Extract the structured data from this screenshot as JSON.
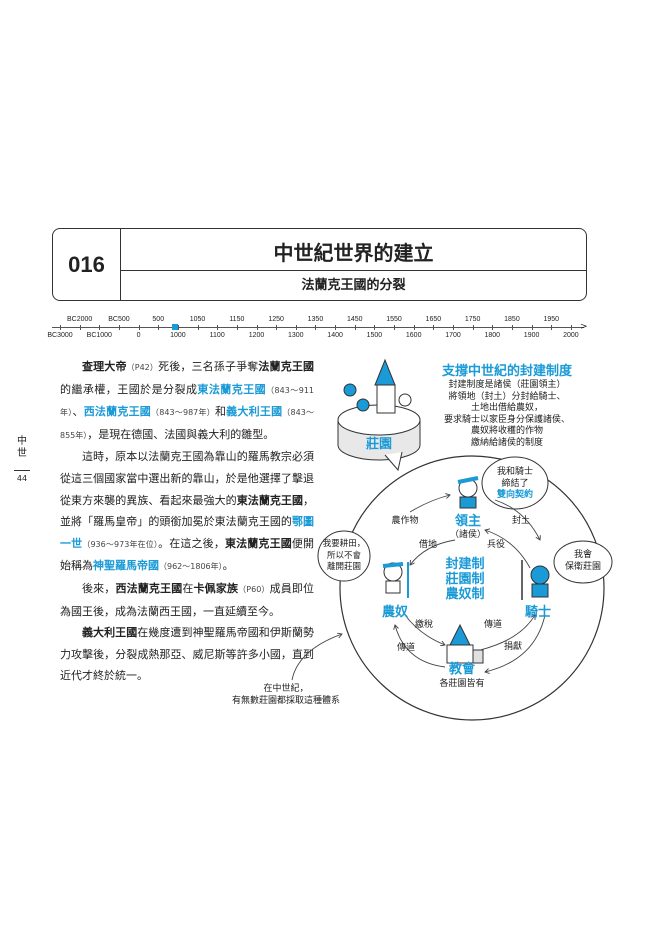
{
  "header": {
    "number": "016",
    "title": "中世紀世界的建立",
    "subtitle": "法蘭克王國的分裂"
  },
  "timeline": {
    "labels": [
      "BC3000",
      "BC2000",
      "BC1000",
      "BC500",
      "0",
      "500",
      "1000",
      "1050",
      "1100",
      "1150",
      "1200",
      "1250",
      "1300",
      "1350",
      "1400",
      "1450",
      "1500",
      "1550",
      "1600",
      "1650",
      "1700",
      "1750",
      "1800",
      "1850",
      "1900",
      "1950",
      "2000"
    ]
  },
  "side": {
    "chapter": "中世",
    "page": "44"
  },
  "body": {
    "paragraphs": [
      [
        [
          "b",
          "查理大帝"
        ],
        [
          "s",
          "（P42）"
        ],
        [
          "n",
          "死後，三名孫子爭奪"
        ],
        [
          "b",
          "法蘭克王國"
        ],
        [
          "n",
          "的繼承權，王國於是分裂成"
        ],
        [
          "c",
          "東法蘭克王國"
        ],
        [
          "s",
          "（843～911年）"
        ],
        [
          "n",
          "、"
        ],
        [
          "c",
          "西法蘭克王國"
        ],
        [
          "s",
          "（843～987年）"
        ],
        [
          "n",
          "和"
        ],
        [
          "c",
          "義大利王國"
        ],
        [
          "s",
          "（843～855年）"
        ],
        [
          "n",
          "，是現在德國、法國與義大利的雛型。"
        ]
      ],
      [
        [
          "n",
          "這時，原本以法蘭克王國為靠山的羅馬教宗必須從這三個國家當中選出新的靠山，於是他選擇了擊退從東方來襲的異族、看起來最強大的"
        ],
        [
          "b",
          "東法蘭克王國"
        ],
        [
          "n",
          "，並將「羅馬皇帝」的頭銜加冕於東法蘭克王國的"
        ],
        [
          "c",
          "鄂圖一世"
        ],
        [
          "s",
          "（936～973年在位）"
        ],
        [
          "n",
          "。在這之後，"
        ],
        [
          "b",
          "東法蘭克王國"
        ],
        [
          "n",
          "便開始稱為"
        ],
        [
          "c",
          "神聖羅馬帝國"
        ],
        [
          "s",
          "（962～1806年）"
        ],
        [
          "n",
          "。"
        ]
      ],
      [
        [
          "n",
          "後來，"
        ],
        [
          "b",
          "西法蘭克王國"
        ],
        [
          "n",
          "在"
        ],
        [
          "b",
          "卡佩家族"
        ],
        [
          "s",
          "（P60）"
        ],
        [
          "n",
          "成員即位為國王後，成為法蘭西王國，一直延續至今。"
        ]
      ],
      [
        [
          "b",
          "義大利王國"
        ],
        [
          "n",
          "在幾度遭到神聖羅馬帝國和伊斯蘭勢力攻擊後，分裂成熱那亞、威尼斯等許多小國，直到近代才終於統一。"
        ]
      ]
    ]
  },
  "diagram": {
    "title": "支撐中世紀的封建制度",
    "description": [
      "封建制度是諸侯（莊園領主）",
      "將領地（封土）分封給騎士、",
      "土地出借給農奴，",
      "要求騎士以家臣身分保護諸侯、",
      "農奴將收穫的作物",
      "繳納給諸侯的制度"
    ],
    "manor": "莊園",
    "lord": "領主",
    "lord_sub": "（諸侯）",
    "lord_bubble": [
      "我和騎士",
      "締結了"
    ],
    "lord_bubble_highlight": "雙向契約",
    "serf": "農奴",
    "serf_bubble": [
      "我要耕田，",
      "所以不會",
      "離開莊園"
    ],
    "knight": "騎士",
    "knight_bubble": [
      "我會",
      "保衛莊園"
    ],
    "church": "教會",
    "church_sub": "各莊園皆有",
    "center": [
      "封建制",
      "莊園制",
      "農奴制"
    ],
    "arrows": {
      "crops": "農作物",
      "fief": "封土",
      "lend": "借地",
      "service": "兵役",
      "tax": "繳稅",
      "preach_knight": "傳道",
      "preach_serf": "傳道",
      "donate": "捐獻"
    },
    "caption": [
      "在中世紀，",
      "有無數莊園都採取這種體系"
    ]
  }
}
